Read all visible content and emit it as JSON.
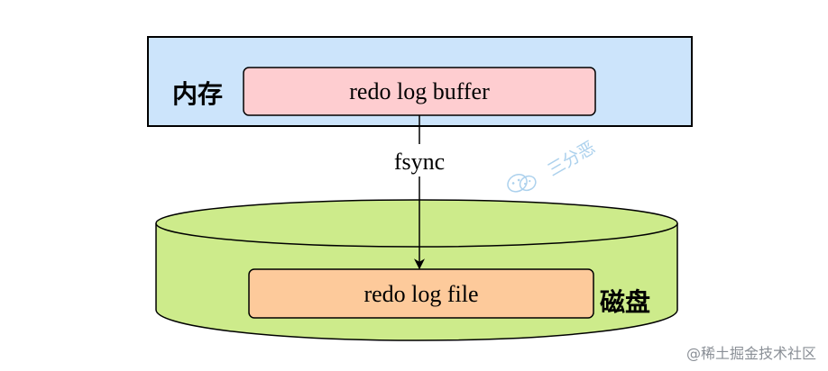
{
  "memory": {
    "label": "内存",
    "buffer_label": "redo log buffer"
  },
  "flow": {
    "label": "fsync"
  },
  "disk": {
    "label": "磁盘",
    "file_label": "redo log file"
  },
  "watermarks": {
    "center": "三分恶",
    "corner": "@稀土掘金技术社区"
  },
  "colors": {
    "memory_fill": "#cce4fb",
    "buffer_fill": "#fecdd0",
    "disk_fill": "#cdeb8b",
    "file_fill": "#fdca9b",
    "stroke": "#000000",
    "watermark": "#9ec9ea"
  }
}
